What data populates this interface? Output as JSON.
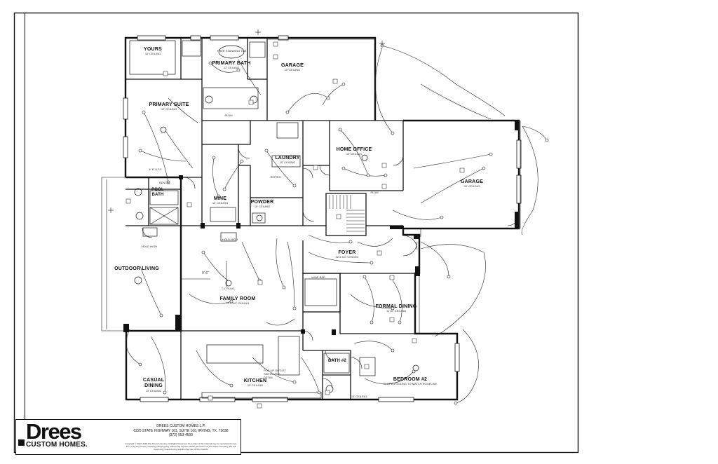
{
  "plan": {
    "rooms": {
      "yours": {
        "name": "YOURS",
        "ceiling": "10' CEILING"
      },
      "primary_bath": {
        "name": "PRIMARY BATH",
        "ceiling": "12' CEILING"
      },
      "garage_rear": {
        "name": "GARAGE",
        "ceiling": "10' CEILING"
      },
      "primary_suite": {
        "name": "PRIMARY SUITE",
        "ceiling": "12' CEILING"
      },
      "laundry": {
        "name": "LAUNDRY",
        "ceiling": "10' CEILING"
      },
      "home_office": {
        "name": "HOME OFFICE",
        "ceiling": "10' CEILING"
      },
      "garage_side": {
        "name": "GARAGE",
        "ceiling": "10' CEILING"
      },
      "mine": {
        "name": "MINE",
        "ceiling": "10' CEILING"
      },
      "powder": {
        "name": "POWDER",
        "ceiling": "10' CEILING"
      },
      "pool_bath": {
        "name": "POOL BATH",
        "ceiling": ""
      },
      "bench": {
        "name": "BENCH",
        "ceiling": ""
      },
      "foyer": {
        "name": "FOYER",
        "ceiling": "22'4 3/4\" CEILING"
      },
      "outdoor_living": {
        "name": "OUTDOOR LIVING",
        "ceiling": ""
      },
      "family_room": {
        "name": "FAMILY ROOM",
        "ceiling": "22'4 3/4\" CEILING"
      },
      "formal_dining": {
        "name": "FORMAL DINING",
        "ceiling": "11'10\" CEILING"
      },
      "casual_dining": {
        "name": "CASUAL DINING",
        "ceiling": "10' CEILING"
      },
      "kitchen": {
        "name": "KITCHEN",
        "ceiling": "10' CEILING"
      },
      "bath_2": {
        "name": "BATH #2",
        "ceiling": "10' CEILING"
      },
      "bedroom_2": {
        "name": "BEDROOM #2",
        "ceiling": "SLOPED CEILING TO MATCH ROOFLINE"
      }
    },
    "notes": {
      "height_above": "9'-6\"",
      "height_aff": "6' 6\" A.F.F.",
      "popup_outlet": "POP UP OUTLET SEE ISLAND DETAIL",
      "wine_bar": "WINE BAR",
      "refrig": "REFRIG",
      "hold_high": "HOLD HIGH",
      "tv_plug": "T.V. PLUG",
      "free_standing_tub": "FREE STANDING TUB",
      "plum": "PLUM"
    },
    "colors": {
      "line": "#111111",
      "paper": "#ffffff"
    }
  },
  "titleblock": {
    "logo_word": "Drees",
    "logo_sub": "CUSTOM HOMES.",
    "company": "DREES CUSTOM HOMES L.P.",
    "address": "6225 STATE HIGHWAY 161, SUITE 100, IRVING, TX. 75038",
    "phone": "(972) 953-4500",
    "legal": "Copyright © 2020, 2020 The Drees Company. All Rights Reserved. No portion of this material may be reproduced in any form or by any means, including photocopying, without the express written permission of The Drees Company. We will vigorously prosecute any unauthorized use of this material."
  }
}
